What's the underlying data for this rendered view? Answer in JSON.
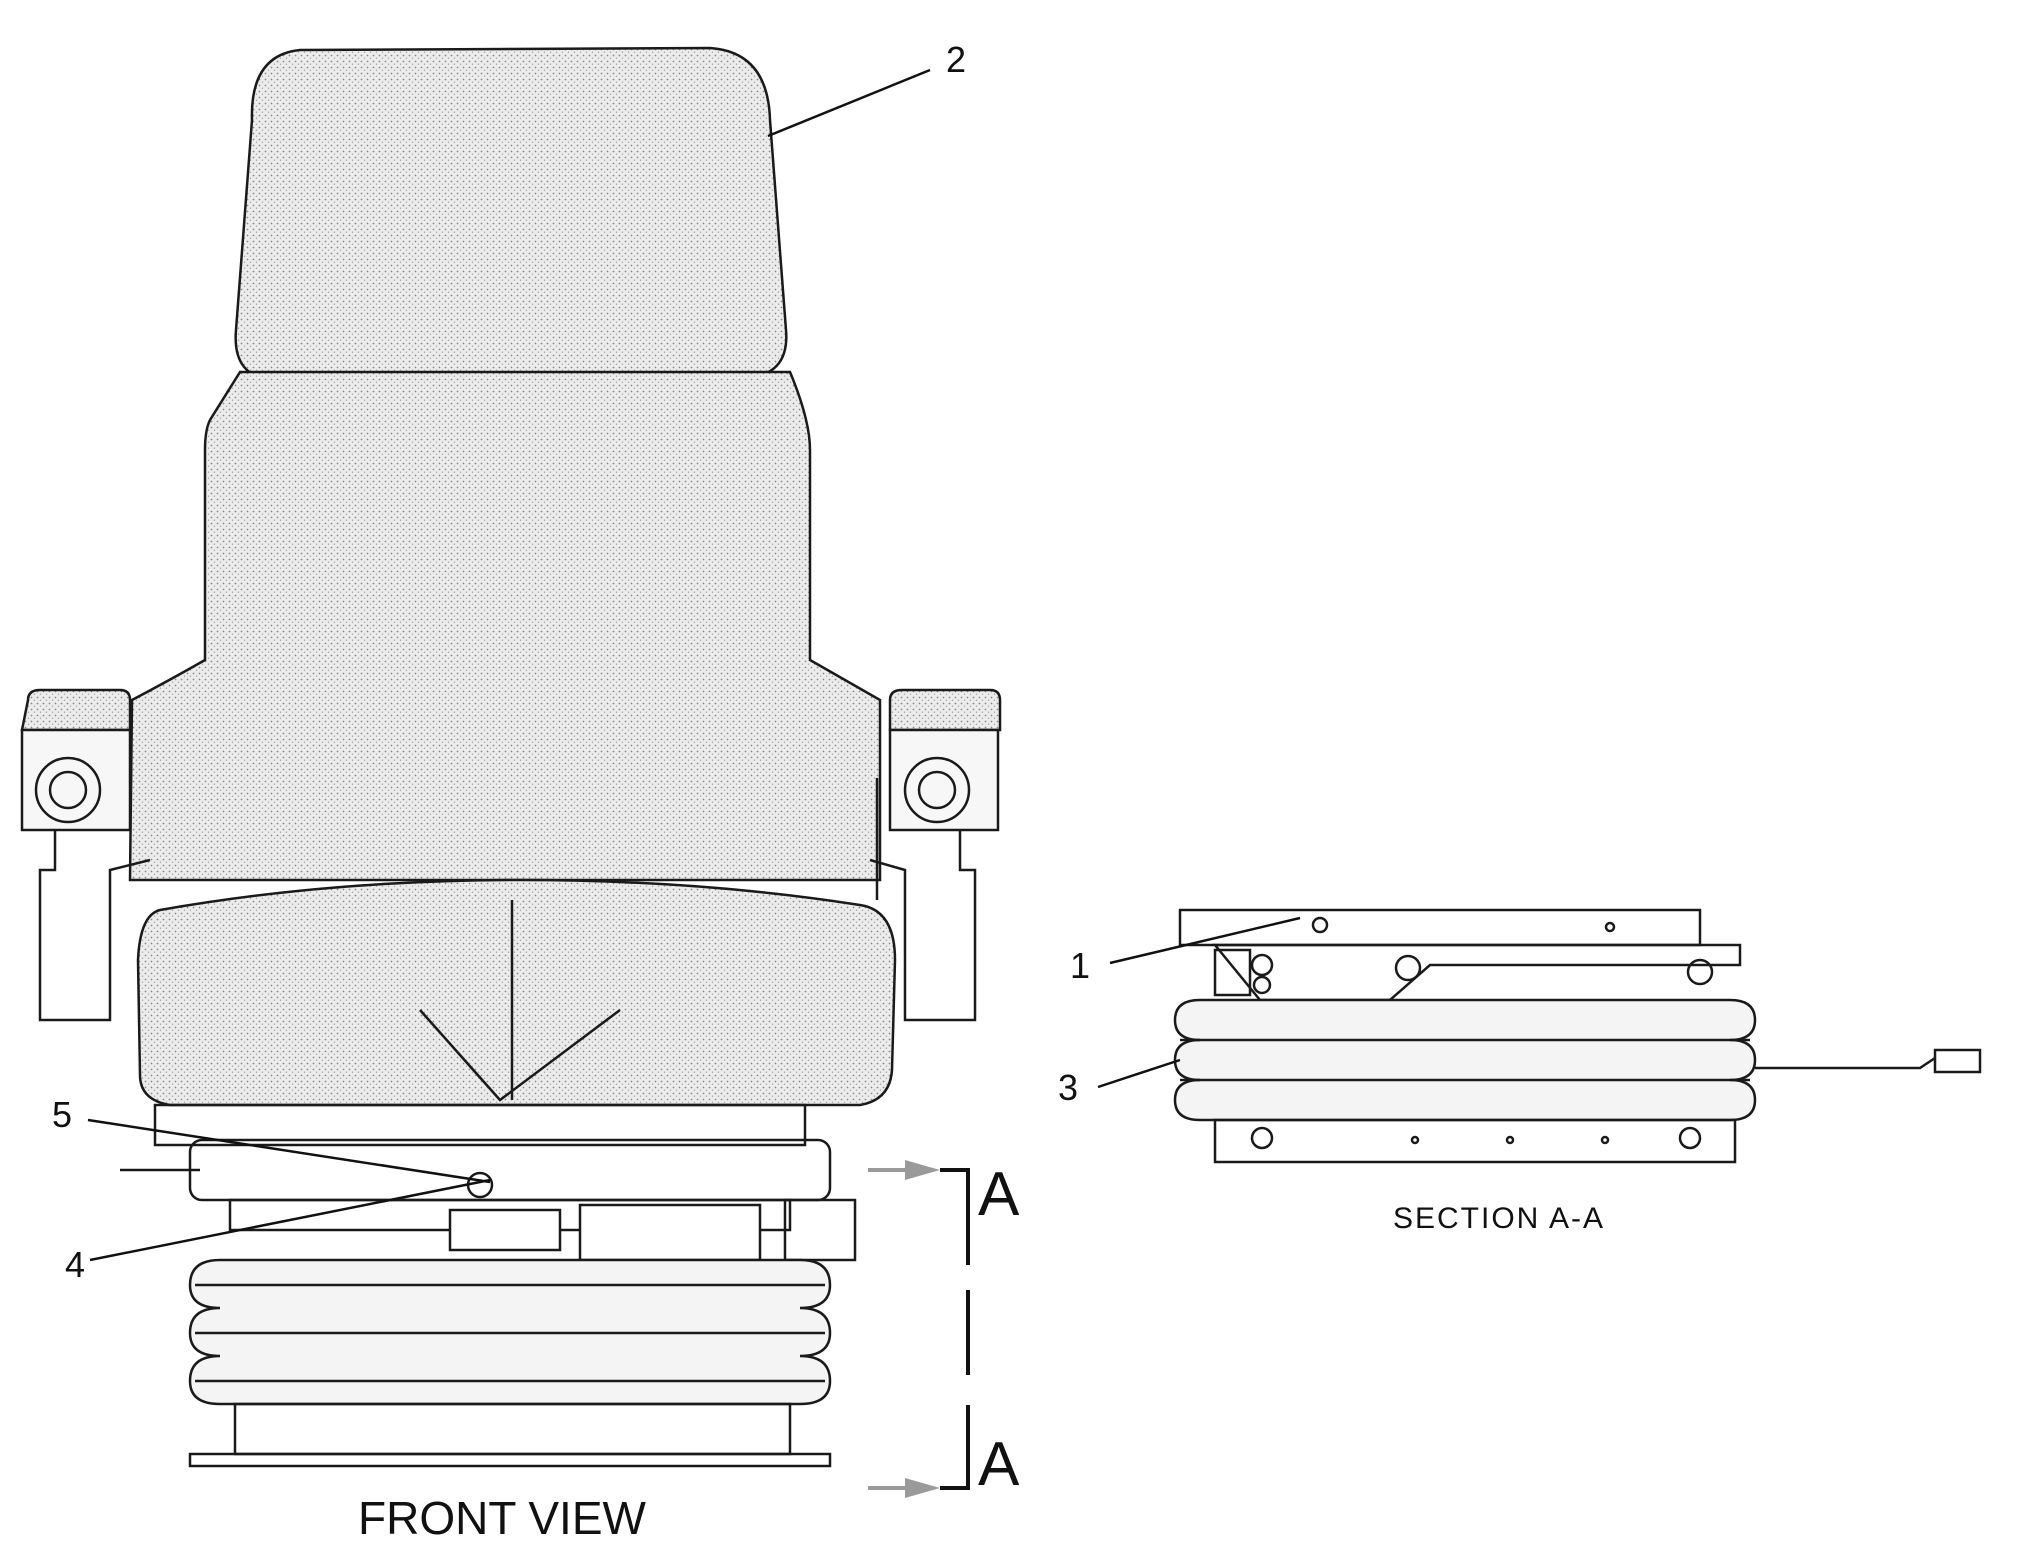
{
  "callouts": {
    "c1": "1",
    "c2": "2",
    "c3": "3",
    "c4": "4",
    "c5": "5"
  },
  "section_marks": {
    "top": "A",
    "bottom": "A"
  },
  "labels": {
    "front_view": "FRONT VIEW",
    "section_view": "SECTION  A-A"
  },
  "colors": {
    "line": "#1a1a1a",
    "fabric_fill": "#e4e4e4",
    "arrow": "#9a9a9a"
  }
}
